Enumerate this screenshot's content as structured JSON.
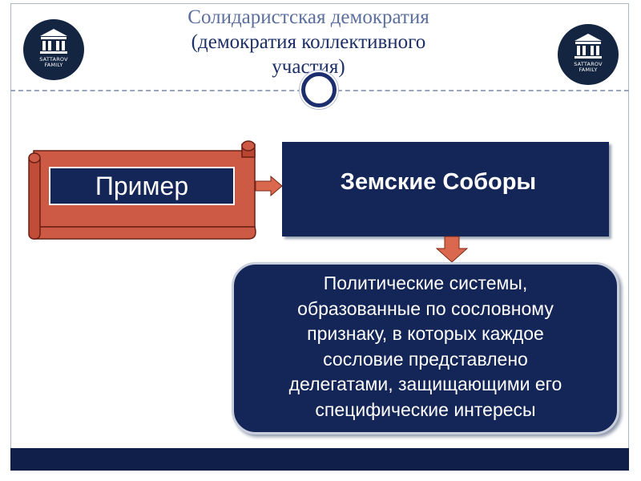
{
  "title": {
    "line1": "Солидаристская демократия",
    "line2": "(демократия коллективного",
    "line3": "участия)"
  },
  "logo": {
    "line1": "SATTAROV",
    "line2": "FAMILY"
  },
  "example_label": "Пример",
  "box_title": "Земские Соборы",
  "definition": {
    "lines": [
      "Политические системы,",
      "образованные по сословному",
      "признаку, в которых каждое",
      "сословие представлено",
      "делегатами, защищающими его",
      "специфические интересы"
    ]
  },
  "colors": {
    "navy": "#142557",
    "scroll_fill": "#cd5a45",
    "title_text": "#1c2f66",
    "footer": "#0f1f4a"
  }
}
